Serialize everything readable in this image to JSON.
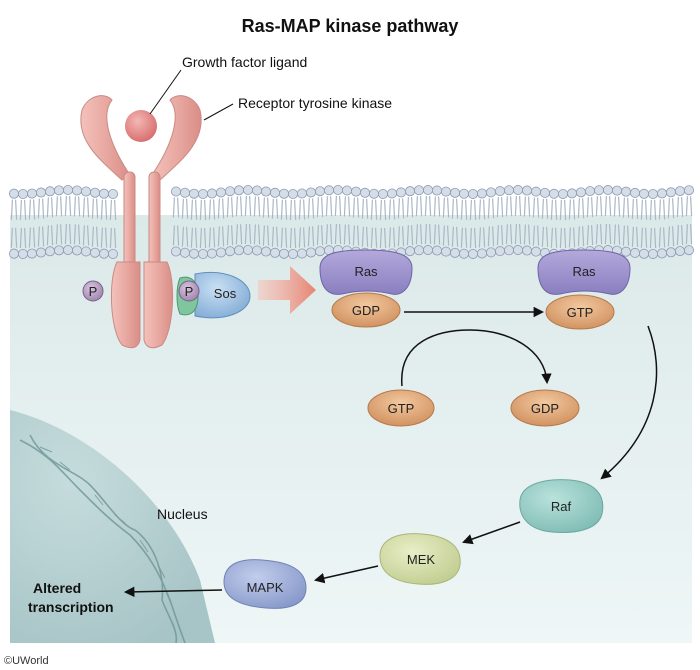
{
  "title": "Ras-MAP kinase pathway",
  "labels": {
    "ligand": "Growth factor ligand",
    "receptor": "Receptor tyrosine kinase",
    "nucleus": "Nucleus",
    "outcome_line1": "Altered",
    "outcome_line2": "transcription",
    "copyright": "©UWorld"
  },
  "molecules": {
    "phosphate": "P",
    "sos": "Sos",
    "ras": "Ras",
    "gdp": "GDP",
    "gtp": "GTP",
    "raf": "Raf",
    "mek": "MEK",
    "mapk": "MAPK"
  },
  "colors": {
    "receptor": "#e8a9a2",
    "ligand": "#e07a7a",
    "ras": "#9b8fc9",
    "nucleotide": "#d99a6a",
    "raf": "#8cc8c0",
    "mek": "#cfd9a3",
    "mapk": "#9aaad6",
    "sos": "#9fc4e6",
    "membrane_head": "#cdd8e6",
    "cytoplasm": "#dfeff0"
  }
}
